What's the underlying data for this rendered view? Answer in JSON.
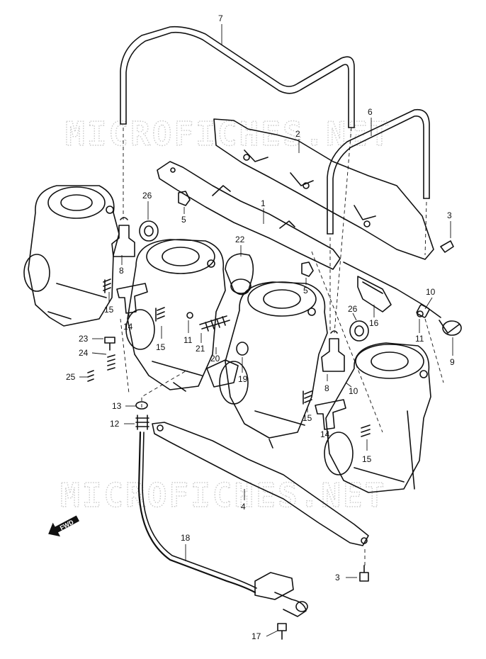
{
  "watermark": "MICROFICHES.NET",
  "direction_label": "FWD",
  "callouts": [
    {
      "id": "c1",
      "text": "1"
    },
    {
      "id": "c2",
      "text": "2"
    },
    {
      "id": "c3a",
      "text": "3"
    },
    {
      "id": "c3b",
      "text": "3"
    },
    {
      "id": "c4",
      "text": "4"
    },
    {
      "id": "c5a",
      "text": "5"
    },
    {
      "id": "c5b",
      "text": "5"
    },
    {
      "id": "c6",
      "text": "6"
    },
    {
      "id": "c7",
      "text": "7"
    },
    {
      "id": "c8a",
      "text": "8"
    },
    {
      "id": "c8b",
      "text": "8"
    },
    {
      "id": "c9",
      "text": "9"
    },
    {
      "id": "c10a",
      "text": "10"
    },
    {
      "id": "c10b",
      "text": "10"
    },
    {
      "id": "c11a",
      "text": "11"
    },
    {
      "id": "c11b",
      "text": "11"
    },
    {
      "id": "c12",
      "text": "12"
    },
    {
      "id": "c13",
      "text": "13"
    },
    {
      "id": "c14a",
      "text": "14"
    },
    {
      "id": "c14b",
      "text": "14"
    },
    {
      "id": "c15a",
      "text": "15"
    },
    {
      "id": "c15b",
      "text": "15"
    },
    {
      "id": "c15c",
      "text": "15"
    },
    {
      "id": "c15d",
      "text": "15"
    },
    {
      "id": "c16",
      "text": "16"
    },
    {
      "id": "c17",
      "text": "17"
    },
    {
      "id": "c18",
      "text": "18"
    },
    {
      "id": "c19",
      "text": "19"
    },
    {
      "id": "c20",
      "text": "20"
    },
    {
      "id": "c21",
      "text": "21"
    },
    {
      "id": "c22",
      "text": "22"
    },
    {
      "id": "c23",
      "text": "23"
    },
    {
      "id": "c24",
      "text": "24"
    },
    {
      "id": "c25",
      "text": "25"
    },
    {
      "id": "c26a",
      "text": "26"
    },
    {
      "id": "c26b",
      "text": "26"
    }
  ]
}
